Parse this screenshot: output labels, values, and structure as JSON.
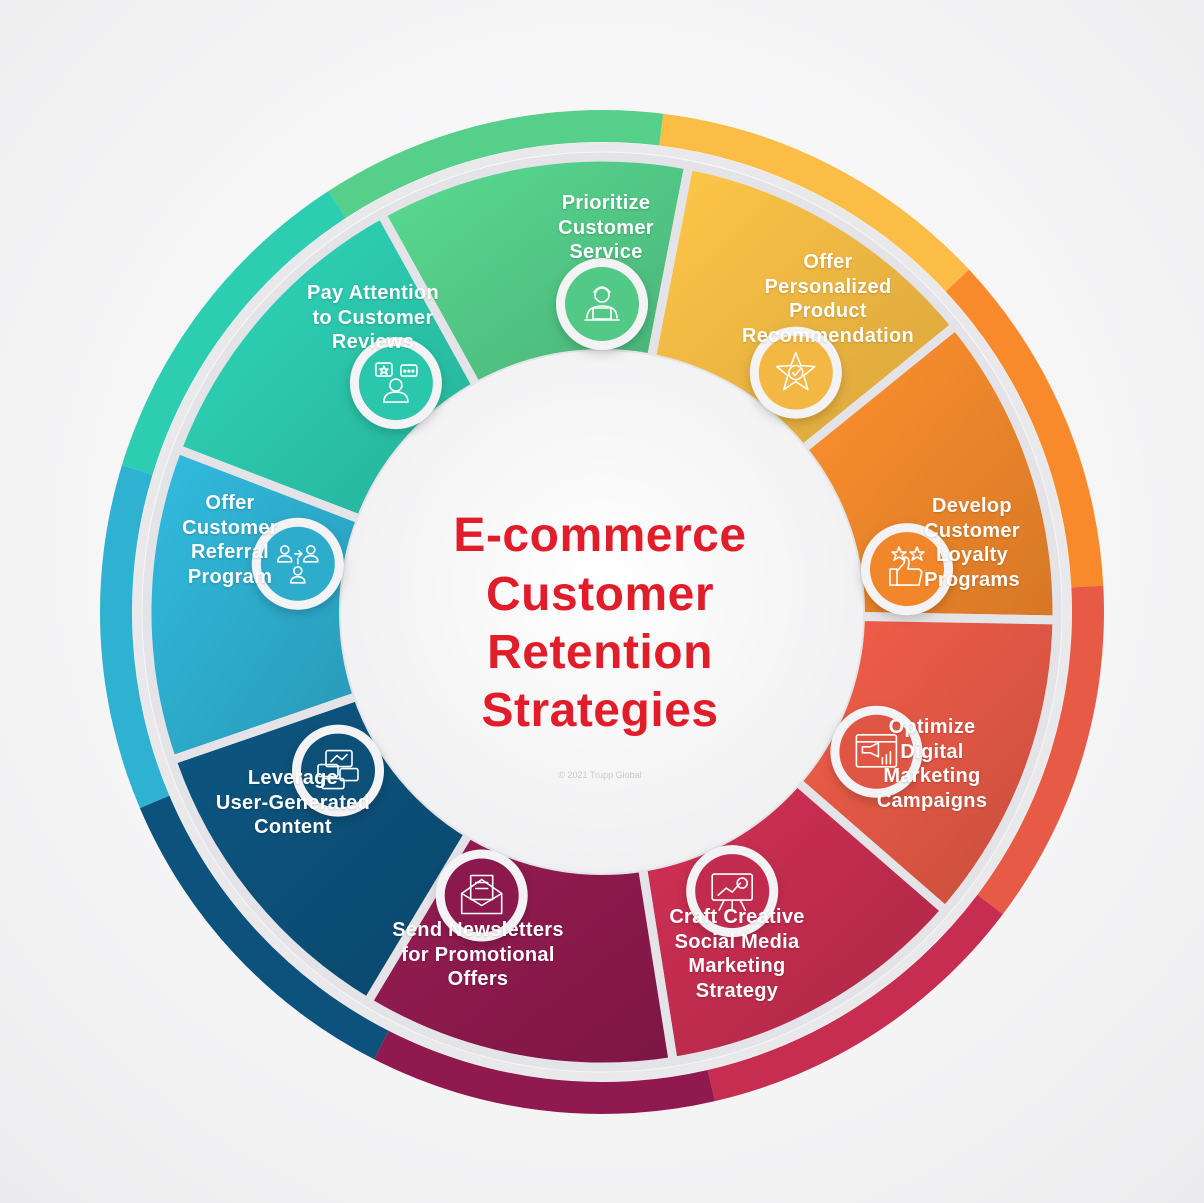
{
  "title": {
    "lines": [
      "E-commerce",
      "Customer",
      "Retention",
      "Strategies"
    ],
    "color": "#e11d2a"
  },
  "copyright": "© 2021 Trupp Global",
  "segments": [
    {
      "key": "prioritize-customer-service",
      "label": [
        "Prioritize",
        "Customer",
        "Service"
      ],
      "icon": "customer-service-agent-icon",
      "color": "#55cf8a"
    },
    {
      "key": "offer-personalized-product-recommendation",
      "label": [
        "Offer",
        "Personalized",
        "Product",
        "Recommendation"
      ],
      "icon": "star-badge-icon",
      "color": "#fbbd45"
    },
    {
      "key": "develop-customer-loyalty-programs",
      "label": [
        "Develop",
        "Customer",
        "Loyalty",
        "Programs"
      ],
      "icon": "thumbs-up-stars-icon",
      "color": "#f98a2c"
    },
    {
      "key": "optimize-digital-marketing-campaigns",
      "label": [
        "Optimize",
        "Digital",
        "Marketing",
        "Campaigns"
      ],
      "icon": "browser-megaphone-chart-icon",
      "color": "#e65a46"
    },
    {
      "key": "craft-creative-social-media-marketing-strategy",
      "label": [
        "Craft Creative",
        "Social Media",
        "Marketing",
        "Strategy"
      ],
      "icon": "presentation-board-icon",
      "color": "#c72d50"
    },
    {
      "key": "send-newsletters-for-promotional-offers",
      "label": [
        "Send Newsletters",
        "for Promotional",
        "Offers"
      ],
      "icon": "envelope-newsletter-icon",
      "color": "#901a4f"
    },
    {
      "key": "leverage-user-generated-content",
      "label": [
        "Leverage",
        "User-Generated",
        "Content"
      ],
      "icon": "content-cards-icon",
      "color": "#0c527c"
    },
    {
      "key": "offer-customer-referral-program",
      "label": [
        "Offer",
        "Customer",
        "Referral",
        "Program"
      ],
      "icon": "referral-people-icon",
      "color": "#2fb1d2"
    },
    {
      "key": "pay-attention-to-customer-reviews",
      "label": [
        "Pay Attention",
        "to Customer",
        "Reviews"
      ],
      "icon": "customer-review-chat-icon",
      "color": "#2ccdb1"
    }
  ]
}
